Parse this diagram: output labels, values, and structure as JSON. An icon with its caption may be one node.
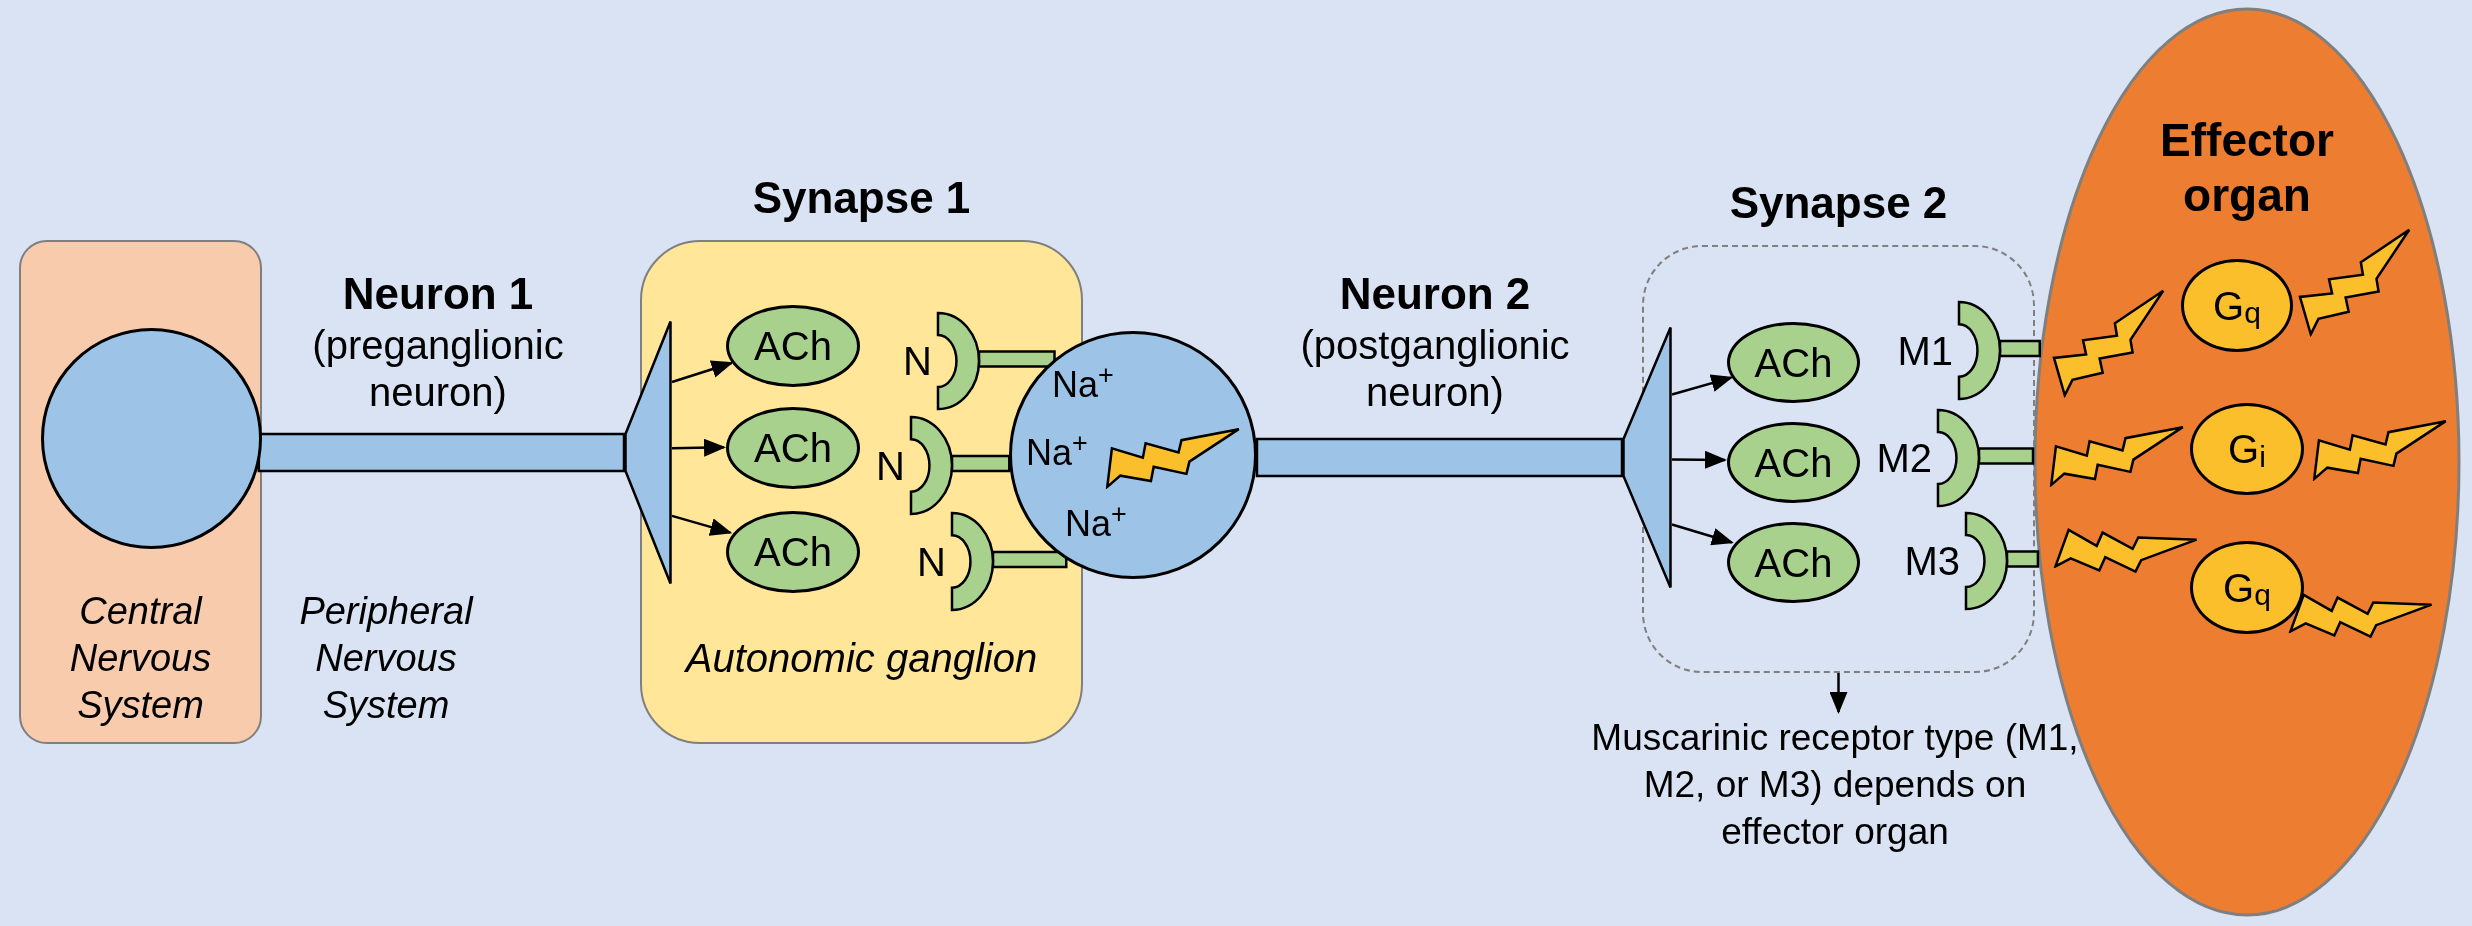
{
  "diagram": {
    "nodes": [
      {
        "text": [
          "Central Nervous System"
        ]
      },
      {
        "text": [],
        "shape": "circle",
        "in": 0
      },
      {
        "text": [],
        "shape": "triangle"
      },
      {
        "text": [
          "Synapse 1",
          "Autonomic ganglion"
        ]
      },
      {
        "text": [
          "ACh"
        ],
        "in": 3
      },
      {
        "text": [
          "ACh"
        ],
        "in": 3
      },
      {
        "text": [
          "ACh"
        ],
        "in": 3
      },
      {
        "text": [
          "N"
        ],
        "in": 3
      },
      {
        "text": [
          "N"
        ],
        "in": 3
      },
      {
        "text": [
          "N"
        ],
        "in": 3
      },
      {
        "text": [],
        "shape": "circle"
      },
      {
        "text": [],
        "shape": "triangle"
      },
      {
        "text": [
          "Synapse 2"
        ]
      },
      {
        "text": [
          "ACh"
        ],
        "in": 12
      },
      {
        "text": [
          "ACh"
        ],
        "in": 12
      },
      {
        "text": [
          "ACh"
        ],
        "in": 12
      },
      {
        "text": [
          "M1"
        ],
        "in": 12
      },
      {
        "text": [
          "M2"
        ],
        "in": 12
      },
      {
        "text": [
          "M3"
        ],
        "in": 12
      },
      {
        "text": [
          "Effector organ"
        ]
      },
      {
        "text": [
          "G$_{q}$"
        ],
        "in": 19
      },
      {
        "text": [
          "G$_{i}$"
        ],
        "in": 19
      },
      {
        "text": [
          "G$_{q}$"
        ],
        "in": 19
      },
      {
        "text": [
          "Muscarinic receptor type (M1, M2, or M3) depends on effector organ"
        ]
      }
    ],
    "edges": [
      {
        "from": 1,
        "to": 2,
        "arrow": "none",
        "style": "thick",
        "color": "#9dc3e6"
      },
      {
        "from": 2,
        "to": 4,
        "arrow": "to"
      },
      {
        "from": 2,
        "to": 5,
        "arrow": "to"
      },
      {
        "from": 2,
        "to": 6,
        "arrow": "to"
      },
      {
        "from": 7,
        "to": 10,
        "arrow": "none",
        "style": "thick",
        "color": "#a9d18e"
      },
      {
        "from": 8,
        "to": 10,
        "arrow": "none",
        "style": "thick",
        "color": "#a9d18e"
      },
      {
        "from": 9,
        "to": 10,
        "arrow": "none",
        "style": "thick",
        "color": "#a9d18e"
      },
      {
        "from": 10,
        "to": 11,
        "arrow": "none",
        "style": "thick",
        "color": "#9dc3e6"
      },
      {
        "from": 11,
        "to": 13,
        "arrow": "to"
      },
      {
        "from": 11,
        "to": 14,
        "arrow": "to"
      },
      {
        "from": 11,
        "to": 15,
        "arrow": "to"
      },
      {
        "from": 16,
        "to": 19,
        "arrow": "none",
        "style": "thick",
        "color": "#a9d18e"
      },
      {
        "from": 17,
        "to": 19,
        "arrow": "none",
        "style": "thick",
        "color": "#a9d18e"
      },
      {
        "from": 18,
        "to": 19,
        "arrow": "none",
        "style": "thick",
        "color": "#a9d18e"
      },
      {
        "from": 12,
        "to": 23,
        "arrow": "to"
      }
    ],
    "labels": [
      "Neuron 1",
      "(preganglionic neuron)",
      "Neuron 2",
      "(postganglionic neuron)",
      "Na$^{+}$",
      "Na$^{+}$",
      "Na$^{+}$",
      "Peripheral Nervous System"
    ]
  }
}
